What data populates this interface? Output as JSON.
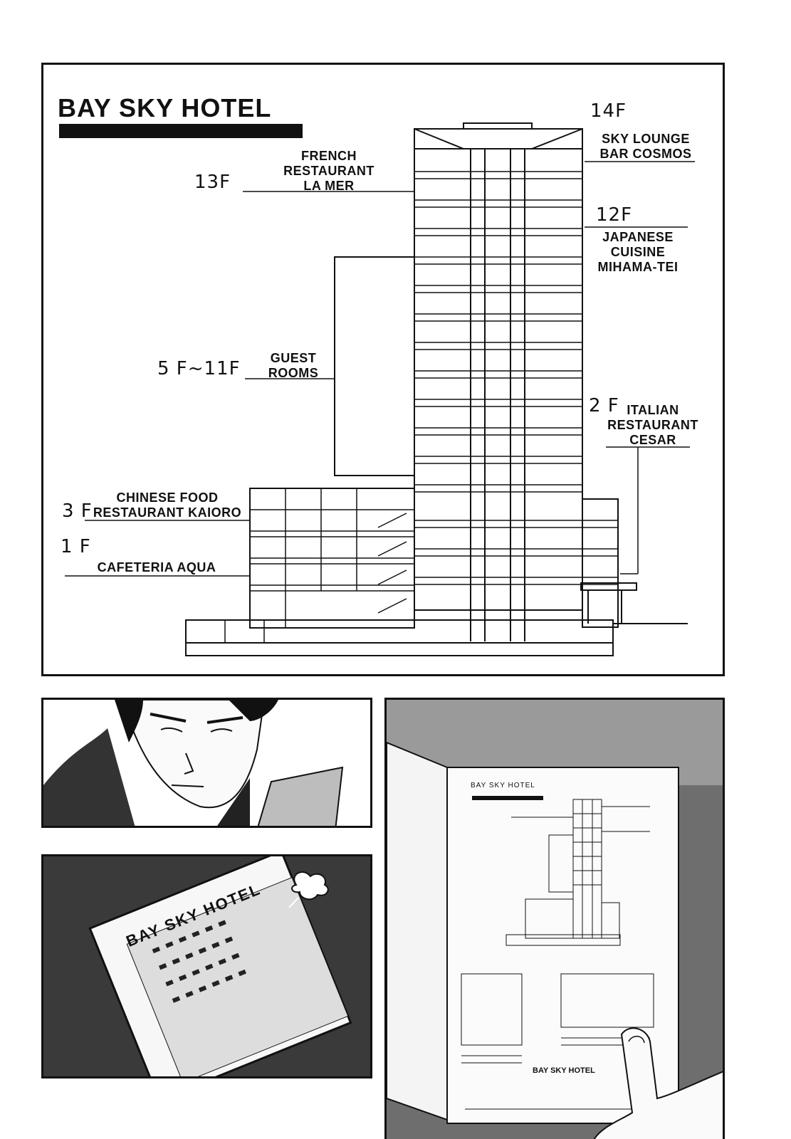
{
  "diagram": {
    "title": "BAY SKY HOTEL",
    "floors": {
      "f14": "14F",
      "f13": "13F",
      "f12": "12F",
      "f5_11": "5 F~11F",
      "f2": "2 F",
      "f3": "3 F",
      "f1": "1 F"
    },
    "labels": {
      "sky_lounge": "SKY LOUNGE\nBAR COSMOS",
      "french": "FRENCH\nRESTAURANT\nLA MER",
      "japanese": "JAPANESE\nCUISINE\nMIHAMA-TEI",
      "guest": "GUEST\nROOMS",
      "italian": "ITALIAN\nRESTAURANT\nCESAR",
      "chinese": "CHINESE FOOD\nRESTAURANT KAIORO",
      "cafeteria": "CAFETERIA AQUA"
    }
  },
  "brochure_cover": {
    "title": "BAY SKY HOTEL"
  },
  "brochure_inner": {
    "title": "BAY SKY HOTEL",
    "footer_title": "BAY SKY HOTEL"
  }
}
